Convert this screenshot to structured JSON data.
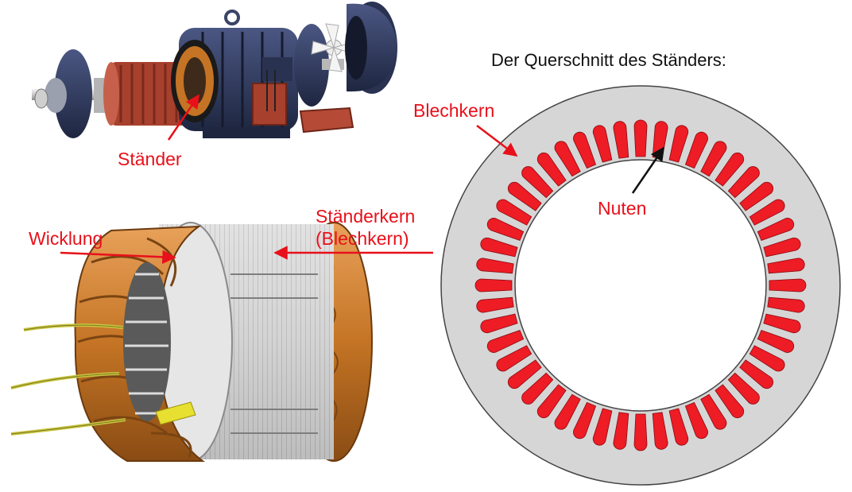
{
  "title": "Der Querschnitt des Ständers:",
  "labels": {
    "staender": "Ständer",
    "wicklung": "Wicklung",
    "staenderkern_line1": "Ständerkern",
    "staenderkern_line2": "(Blechkern)",
    "blechkern": "Blechkern",
    "nuten": "Nuten"
  },
  "cross_section": {
    "slot_count": 48,
    "core_color": "#d6d6d6",
    "slot_color": "#ee1c25"
  },
  "colors": {
    "label_red": "#e8101a",
    "copper": "#c97a2a",
    "motor_blue": "#2f3a5c",
    "motor_red": "#a8402e"
  }
}
